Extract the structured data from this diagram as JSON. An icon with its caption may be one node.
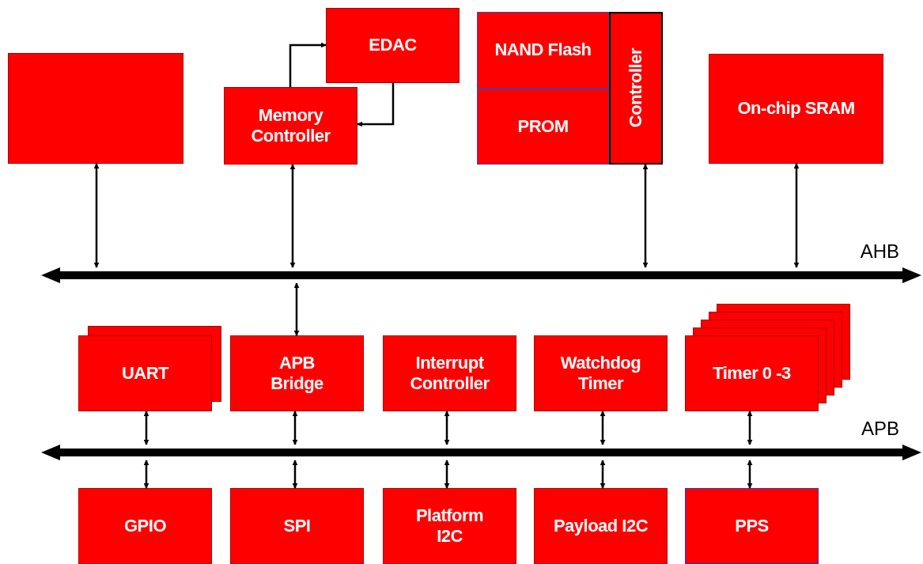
{
  "diagram": {
    "nodes": [
      {
        "text": [],
        "shape": "box"
      },
      {
        "text": [
          "EDAC"
        ]
      },
      {
        "text": [
          "Memory Controller"
        ]
      },
      {
        "text": [
          "NAND Flash"
        ]
      },
      {
        "text": [
          "PROM"
        ]
      },
      {
        "text": [
          "Controller"
        ]
      },
      {
        "text": [
          "On-chip SRAM"
        ]
      },
      {
        "text": [
          "AHB"
        ]
      },
      {
        "text": [
          "UART"
        ]
      },
      {
        "text": [
          "APB Bridge"
        ]
      },
      {
        "text": [
          "Interrupt Controller"
        ]
      },
      {
        "text": [
          "Watchdog Timer"
        ]
      },
      {
        "text": [
          "Timer 0 -3"
        ]
      },
      {
        "text": [
          "APB"
        ]
      },
      {
        "text": [
          "GPIO"
        ]
      },
      {
        "text": [
          "SPI"
        ]
      },
      {
        "text": [
          "Platform I2C"
        ]
      },
      {
        "text": [
          "Payload I2C"
        ]
      },
      {
        "text": [
          "PPS"
        ]
      }
    ],
    "edges": [
      {
        "from": 2,
        "to": 1,
        "arrow": "to"
      },
      {
        "from": 1,
        "to": 2,
        "arrow": "to"
      },
      {
        "from": 0,
        "to": 7,
        "arrow": "both"
      },
      {
        "from": 2,
        "to": 7,
        "arrow": "both"
      },
      {
        "from": 5,
        "to": 7,
        "arrow": "both"
      },
      {
        "from": 6,
        "to": 7,
        "arrow": "both"
      },
      {
        "from": 7,
        "to": 9,
        "arrow": "both"
      },
      {
        "from": 8,
        "to": 13,
        "arrow": "both"
      },
      {
        "from": 9,
        "to": 13,
        "arrow": "both"
      },
      {
        "from": 10,
        "to": 13,
        "arrow": "both"
      },
      {
        "from": 11,
        "to": 13,
        "arrow": "both"
      },
      {
        "from": 12,
        "to": 13,
        "arrow": "both"
      },
      {
        "from": 13,
        "to": 14,
        "arrow": "both"
      },
      {
        "from": 13,
        "to": 15,
        "arrow": "both"
      },
      {
        "from": 13,
        "to": 16,
        "arrow": "both"
      },
      {
        "from": 13,
        "to": 17,
        "arrow": "both"
      },
      {
        "from": 13,
        "to": 18,
        "arrow": "both"
      }
    ]
  }
}
